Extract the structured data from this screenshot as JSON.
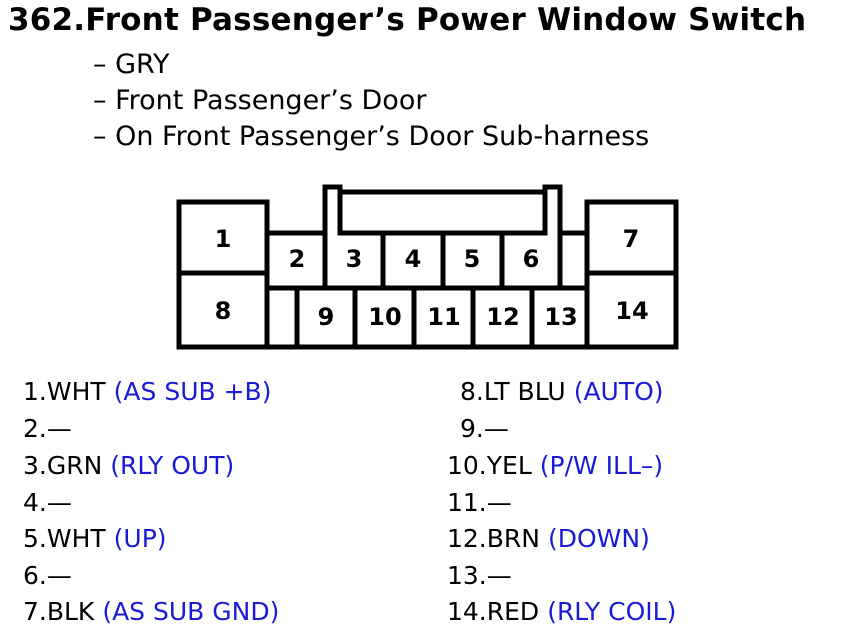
{
  "connector": {
    "number": "362.",
    "name": "Front Passenger’s Power Window Switch",
    "details": [
      "– GRY",
      "– Front Passenger’s Door",
      "– On Front Passenger’s Door Sub-harness"
    ],
    "diagram_labels": [
      "1",
      "2",
      "3",
      "4",
      "5",
      "6",
      "7",
      "8",
      "9",
      "10",
      "11",
      "12",
      "13",
      "14"
    ]
  },
  "pins_left": [
    {
      "pin": "1.WHT",
      "fn": "(AS SUB +B)"
    },
    {
      "pin": "2.—",
      "fn": ""
    },
    {
      "pin": "3.GRN",
      "fn": "(RLY OUT)"
    },
    {
      "pin": "4.—",
      "fn": ""
    },
    {
      "pin": "5.WHT",
      "fn": "(UP)"
    },
    {
      "pin": "6.—",
      "fn": ""
    },
    {
      "pin": "7.BLK",
      "fn": "(AS SUB GND)"
    }
  ],
  "pins_right": [
    {
      "pin": "8.LT BLU",
      "fn": "(AUTO)"
    },
    {
      "pin": "9.—",
      "fn": ""
    },
    {
      "pin": "10.YEL",
      "fn": "(P/W ILL–)"
    },
    {
      "pin": "11.—",
      "fn": ""
    },
    {
      "pin": "12.BRN",
      "fn": "(DOWN)"
    },
    {
      "pin": "13.—",
      "fn": ""
    },
    {
      "pin": "14.RED",
      "fn": "(RLY COIL)"
    }
  ],
  "colors": {
    "function_text": "#1a1ad6",
    "outline": "#000000"
  }
}
